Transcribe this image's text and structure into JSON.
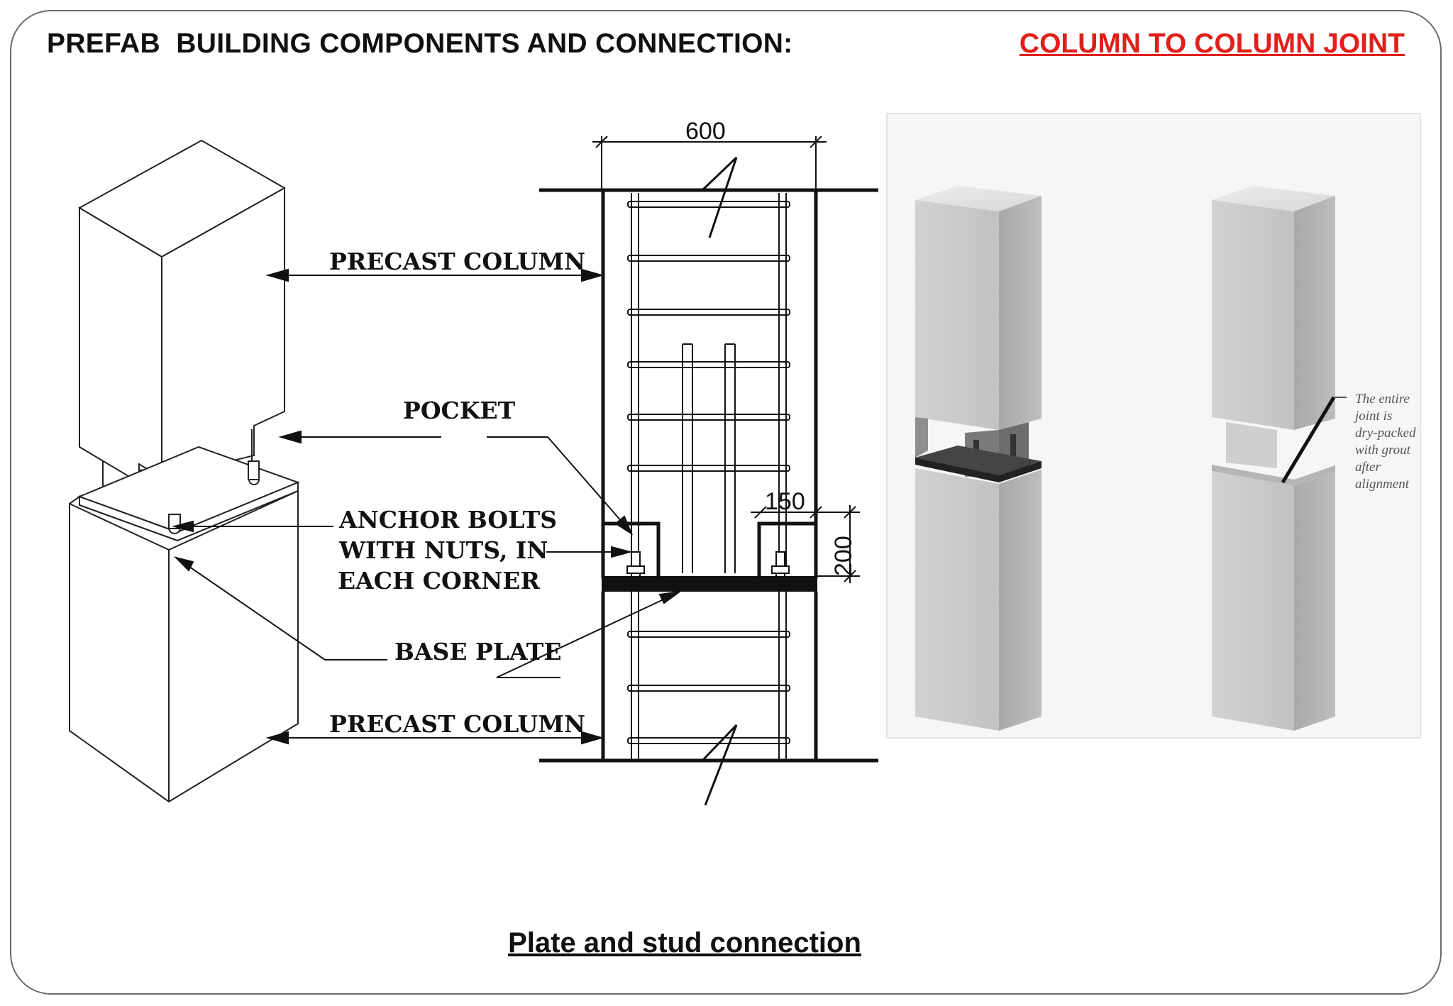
{
  "slide": {
    "title": "PREFAB  BUILDING COMPONENTS AND CONNECTION:",
    "subtitle": "COLUMN TO COLUMN JOINT",
    "caption": "Plate and stud connection"
  },
  "drawing": {
    "labels": {
      "precast_column_top": "PRECAST COLUMN",
      "pocket": "POCKET",
      "anchor_bolts_line1": "ANCHOR BOLTS",
      "anchor_bolts_line2": "WITH NUTS, IN",
      "anchor_bolts_line3": "EACH CORNER",
      "base_plate": "BASE PLATE",
      "precast_column_bottom": "PRECAST COLUMN"
    },
    "dimensions": {
      "width": "600",
      "pocket_width": "150",
      "pocket_height": "200"
    }
  },
  "photo": {
    "note_lines": [
      "The entire",
      "joint is",
      "dry-packed",
      "with grout",
      "after",
      "alignment"
    ]
  },
  "colors": {
    "title": "#111111",
    "subtitle": "#e0201b",
    "concrete": "#c8c8c8"
  }
}
